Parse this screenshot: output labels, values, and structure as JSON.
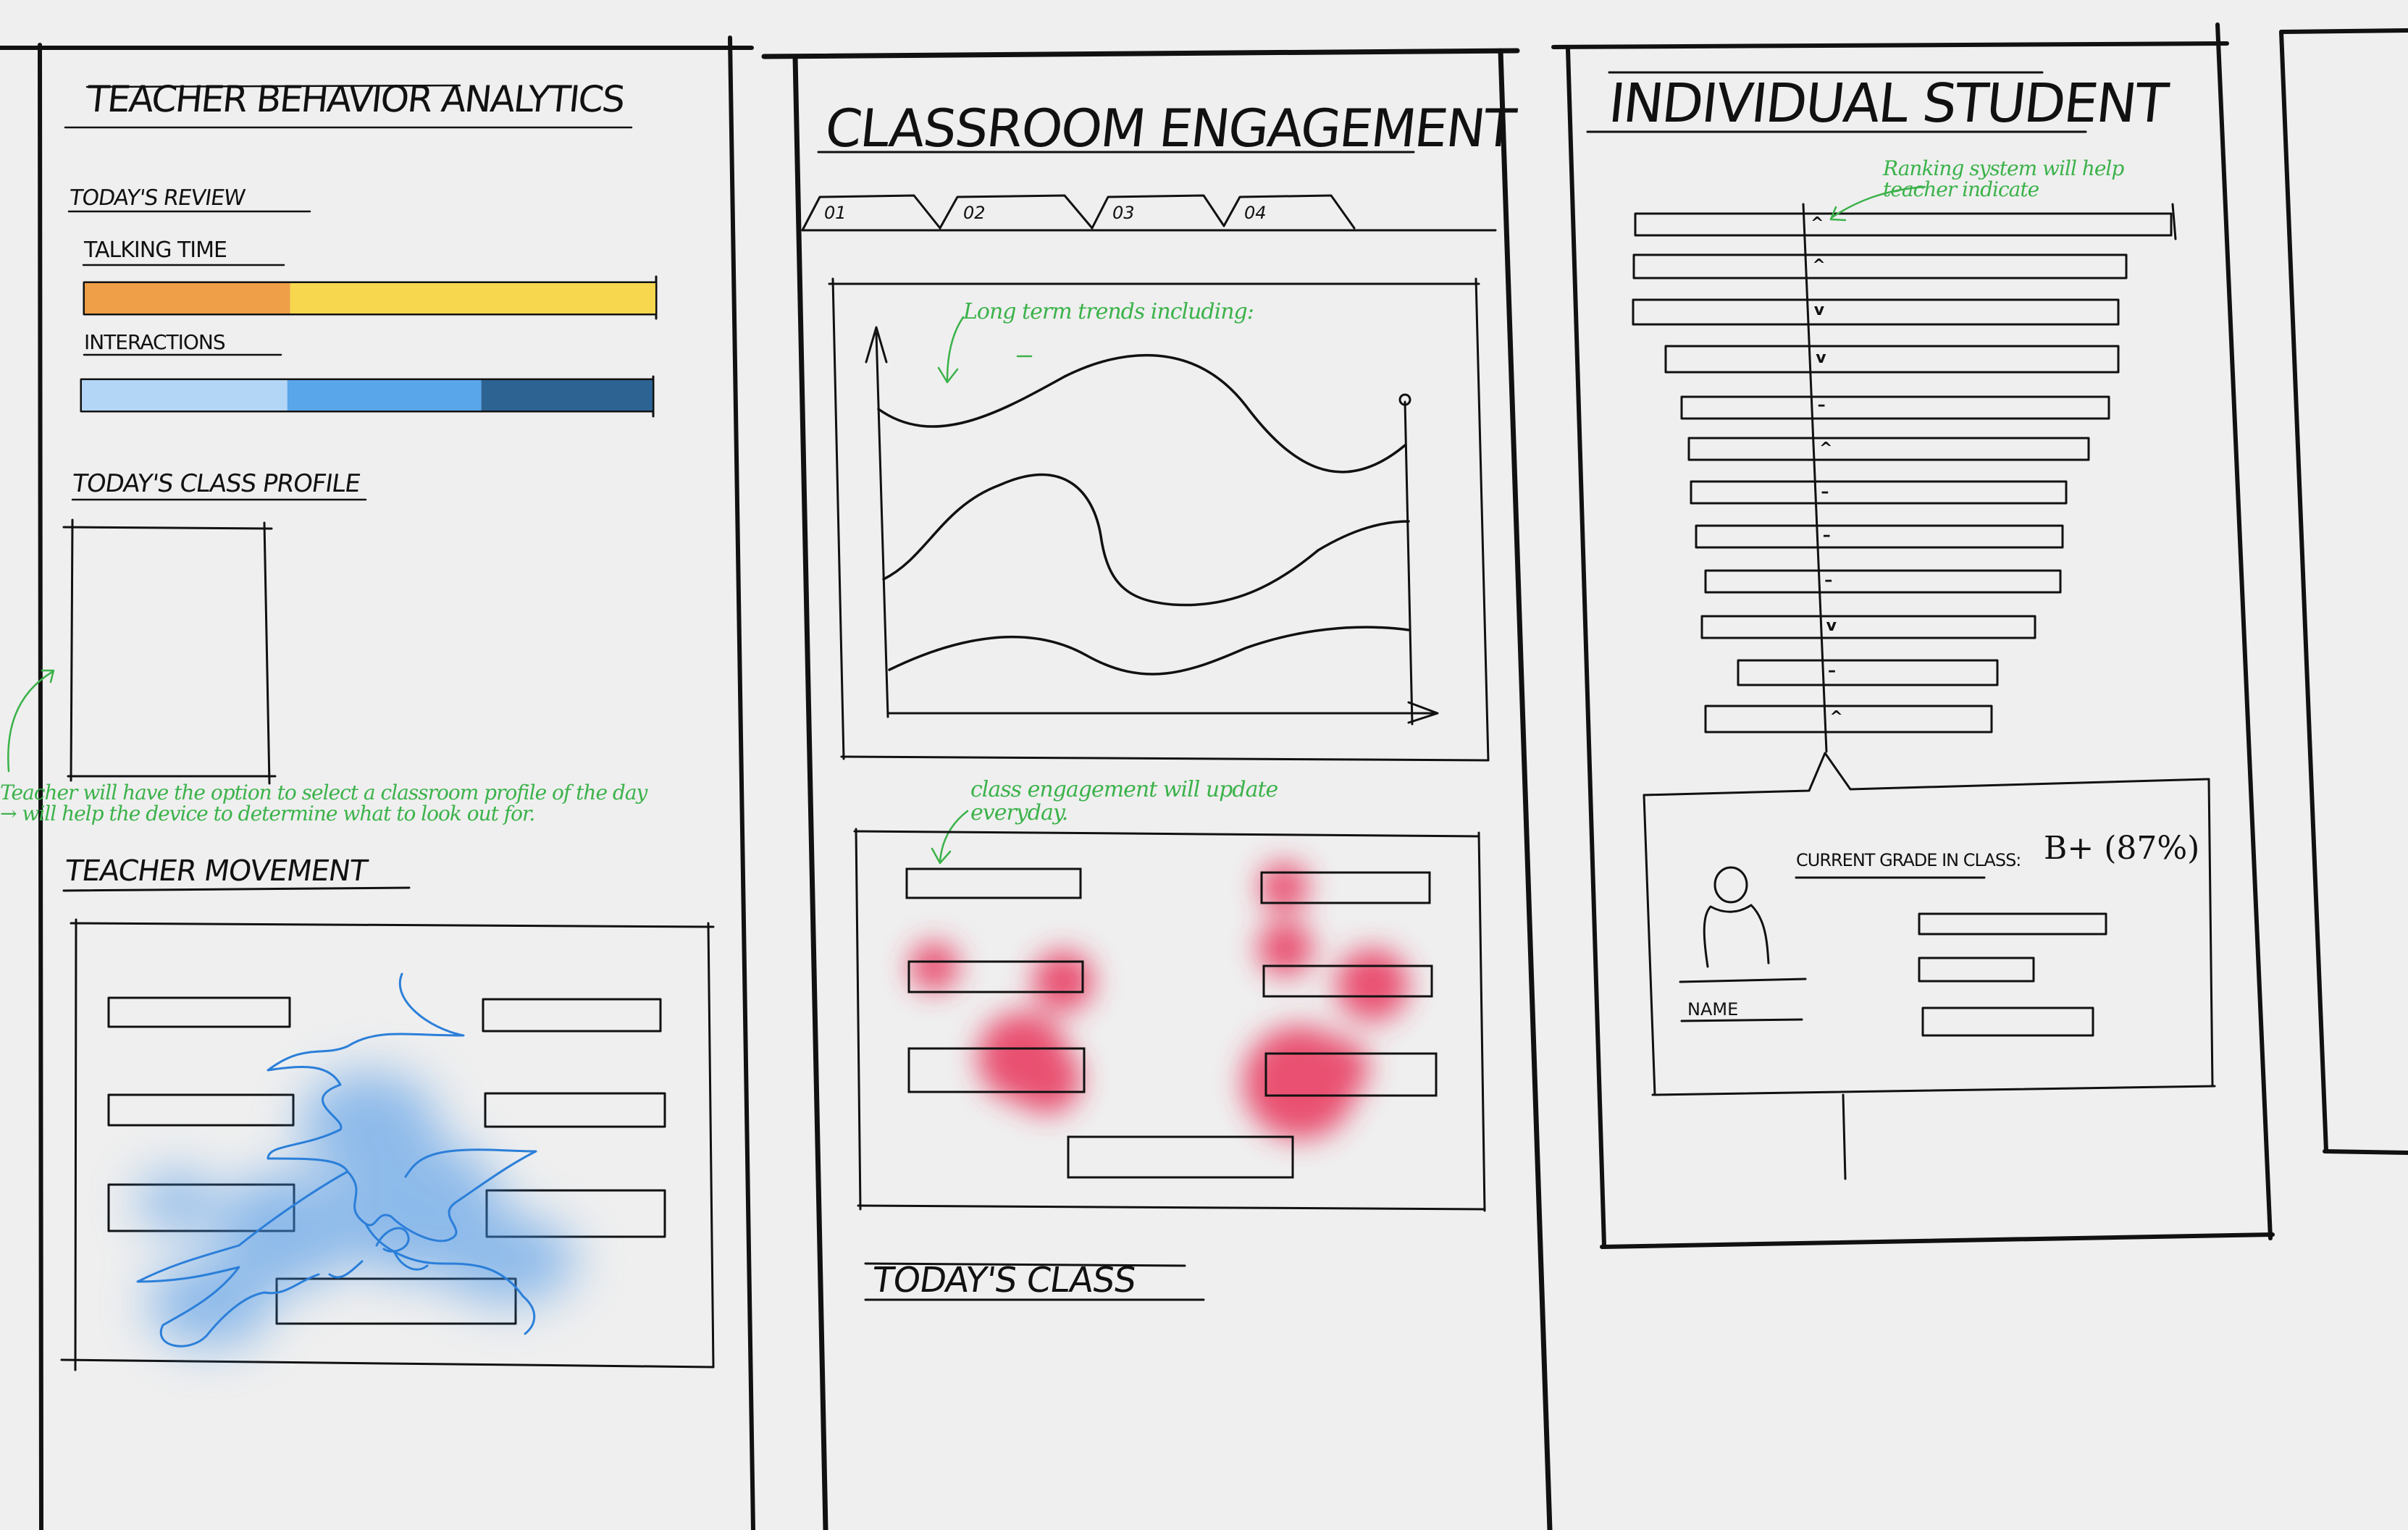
{
  "panels": {
    "teacher_behavior": {
      "title": "TEACHER BEHAVIOR ANALYTICS",
      "todays_review": "TODAY'S REVIEW",
      "talking_time": "TALKING TIME",
      "interactions": "INTERACTIONS",
      "class_profile": "TODAY'S CLASS PROFILE",
      "teacher_movement": "TEACHER MOVEMENT",
      "note_profile": "Teacher will have the option to select a classroom profile of the day → will help the device to determine what to look out for.",
      "talking_bar": {
        "segments": [
          {
            "fraction": 0.36,
            "color": "#ef9f48"
          },
          {
            "fraction": 0.64,
            "color": "#f7d74e"
          }
        ]
      },
      "interactions_bar": {
        "segments": [
          {
            "fraction": 0.36,
            "color": "#b4d6f6"
          },
          {
            "fraction": 0.34,
            "color": "#59a6ea"
          },
          {
            "fraction": 0.3,
            "color": "#2d6393"
          }
        ]
      }
    },
    "classroom_engagement": {
      "title": "CLASSROOM ENGAGEMENT",
      "tabs": [
        "01",
        "02",
        "03",
        "04"
      ],
      "note_trends": "Long term trends including:",
      "note_daily": "class engagement will update everyday.",
      "todays_class": "TODAY'S CLASS"
    },
    "individual_student": {
      "title": "INDIVIDUAL STUDENT",
      "note_ranking": "Ranking system will help teacher indicate",
      "ranking_marks": [
        "^",
        "^",
        "v",
        "v",
        "–",
        "^",
        "–",
        "–",
        "–",
        "v",
        "–",
        "^"
      ],
      "current_grade_label": "CURRENT GRADE IN CLASS:",
      "current_grade_value": "B+ (87%)",
      "name_label": "NAME"
    }
  },
  "colors": {
    "annotation": "#3bb24a",
    "heat_red": "#e8345c",
    "heat_blue": "#3d8fe6",
    "ink": "#111111"
  }
}
